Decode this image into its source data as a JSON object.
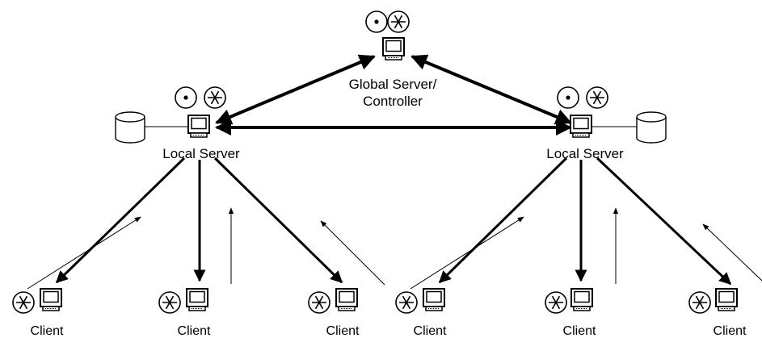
{
  "nodes": {
    "global_server": {
      "label_line1": "Global Server/",
      "label_line2": "Controller",
      "icons": [
        "camera-dot-icon",
        "camera-asterisk-icon",
        "monitor-icon"
      ]
    },
    "local_server_left": {
      "label": "Local Server",
      "icons": [
        "camera-dot-icon",
        "camera-asterisk-icon",
        "monitor-icon",
        "database-icon"
      ]
    },
    "local_server_right": {
      "label": "Local Server",
      "icons": [
        "camera-dot-icon",
        "camera-asterisk-icon",
        "monitor-icon",
        "database-icon"
      ]
    },
    "clients": [
      {
        "label": "Client"
      },
      {
        "label": "Client"
      },
      {
        "label": "Client"
      },
      {
        "label": "Client"
      },
      {
        "label": "Client"
      },
      {
        "label": "Client"
      }
    ]
  },
  "colors": {
    "stroke": "#000000",
    "background": "#ffffff"
  }
}
